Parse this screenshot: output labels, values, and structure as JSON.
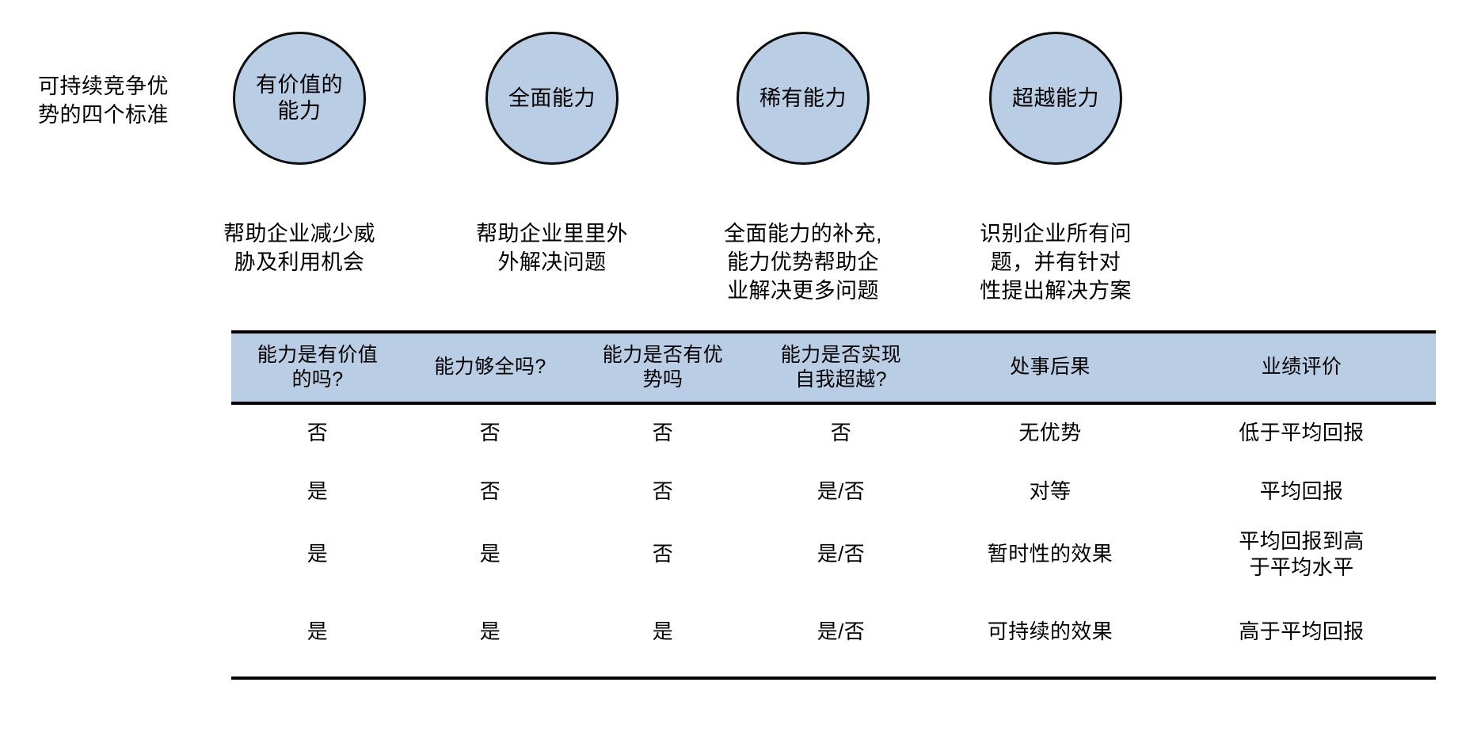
{
  "page": {
    "side_title": "可持续竞争优\n势的四个标准",
    "accent_fill": "#b9cde5",
    "line_color": "#000000",
    "background": "#ffffff"
  },
  "criteria": [
    {
      "circle_label": "有价值的\n能力",
      "caption": "帮助企业减少威\n胁及利用机会"
    },
    {
      "circle_label": "全面能力",
      "caption": "帮助企业里里外\n外解决问题"
    },
    {
      "circle_label": "稀有能力",
      "caption": "全面能力的补充,\n能力优势帮助企\n业解决更多问题"
    },
    {
      "circle_label": "超越能力",
      "caption": "识别企业所有问\n题，并有针对\n性提出解决方案"
    }
  ],
  "matrix": {
    "headers": [
      "能力是有价值\n的吗?",
      "能力够全吗?",
      "能力是否有优\n势吗",
      "能力是否实现\n自我超越?",
      "处事后果",
      "业绩评价"
    ],
    "rows": [
      [
        "否",
        "否",
        "否",
        "否",
        "无优势",
        "低于平均回报"
      ],
      [
        "是",
        "否",
        "否",
        "是/否",
        "对等",
        "平均回报"
      ],
      [
        "是",
        "是",
        "否",
        "是/否",
        "暂时性的效果",
        "平均回报到高\n于平均水平"
      ],
      [
        "是",
        "是",
        "是",
        "是/否",
        "可持续的效果",
        "高于平均回报"
      ]
    ]
  }
}
